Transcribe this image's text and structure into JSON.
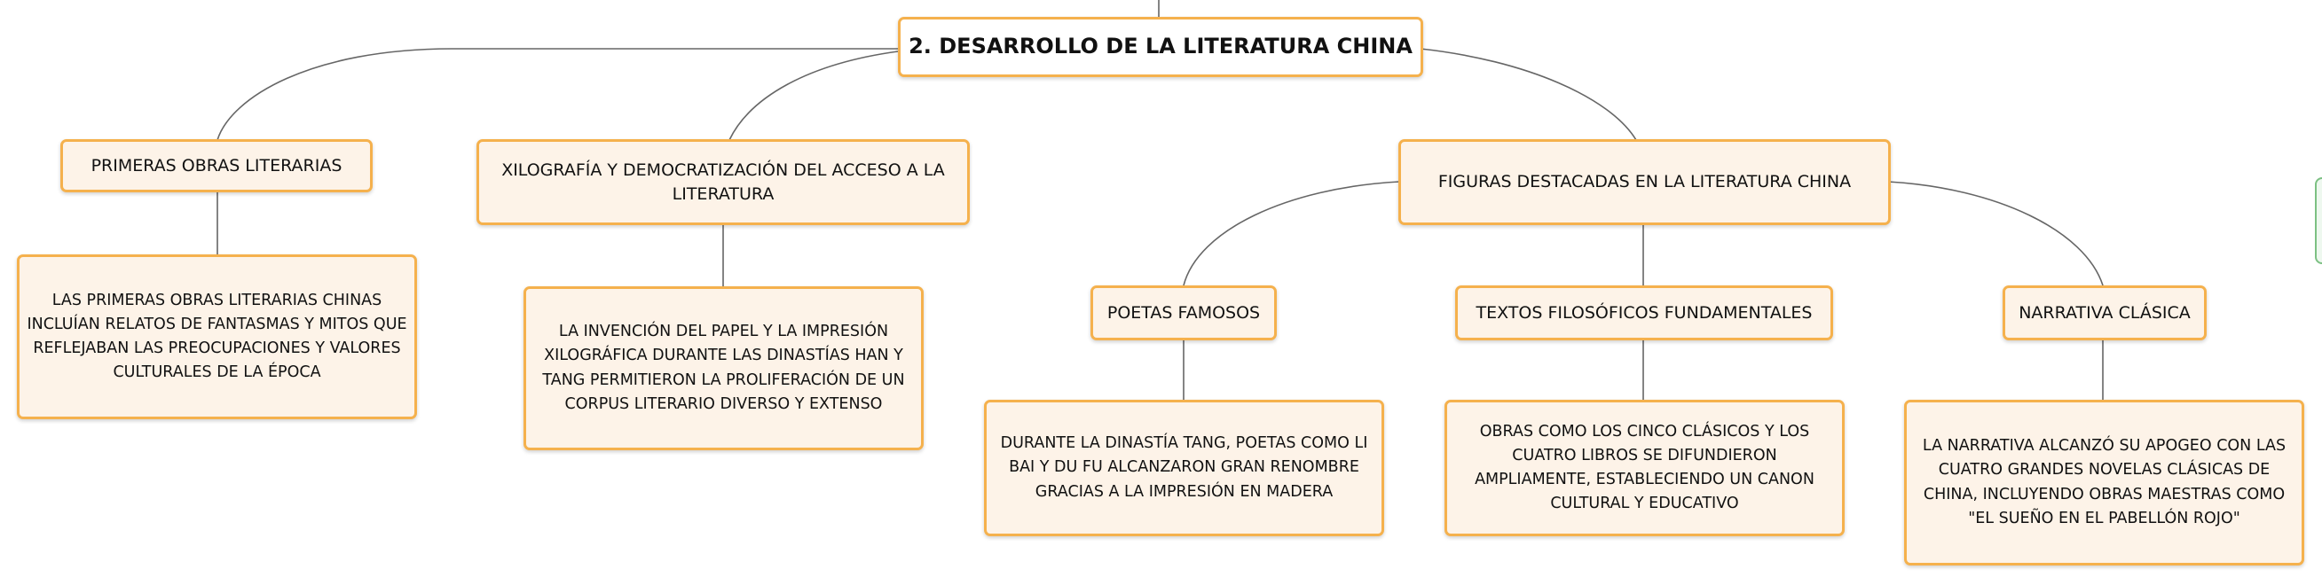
{
  "root": {
    "title": "2. DESARROLLO DE LA LITERATURA CHINA"
  },
  "branches": [
    {
      "title": "PRIMERAS OBRAS LITERARIAS",
      "detail": "LAS PRIMERAS OBRAS LITERARIAS CHINAS INCLUÍAN RELATOS DE FANTASMAS Y MITOS QUE REFLEJABAN LAS PREOCUPACIONES Y VALORES CULTURALES DE LA ÉPOCA"
    },
    {
      "title": "XILOGRAFÍA Y DEMOCRATIZACIÓN DEL ACCESO A LA LITERATURA",
      "detail": "LA INVENCIÓN DEL PAPEL Y LA IMPRESIÓN XILOGRÁFICA DURANTE LAS DINASTÍAS HAN Y TANG PERMITIERON LA PROLIFERACIÓN DE UN CORPUS LITERARIO DIVERSO Y EXTENSO"
    },
    {
      "title": "FIGURAS DESTACADAS EN LA LITERATURA CHINA",
      "children": [
        {
          "title": "POETAS FAMOSOS",
          "detail": "DURANTE LA DINASTÍA TANG, POETAS COMO LI BAI Y DU FU ALCANZARON GRAN RENOMBRE GRACIAS A LA IMPRESIÓN EN MADERA"
        },
        {
          "title": "TEXTOS FILOSÓFICOS FUNDAMENTALES",
          "detail": "OBRAS COMO LOS CINCO CLÁSICOS Y LOS CUATRO LIBROS SE DIFUNDIERON AMPLIAMENTE, ESTABLECIENDO UN CANON CULTURAL Y EDUCATIVO"
        },
        {
          "title": "NARRATIVA CLÁSICA",
          "detail": "LA NARRATIVA ALCANZÓ SU APOGEO CON LAS CUATRO GRANDES NOVELAS CLÁSICAS DE CHINA, INCLUYENDO OBRAS MAESTRAS COMO \"EL SUEÑO EN EL PABELLÓN ROJO\""
        }
      ]
    }
  ],
  "colors": {
    "border": "#f5b14d",
    "fill": "#fdf3e8",
    "connector": "#666666"
  }
}
